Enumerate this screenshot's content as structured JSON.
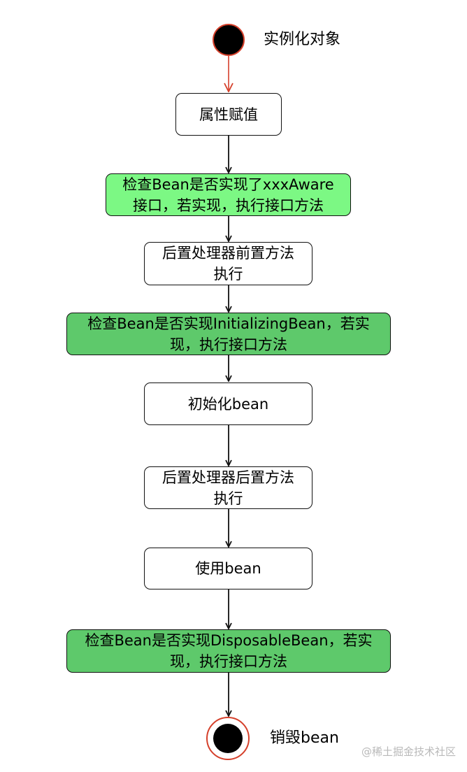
{
  "colors": {
    "start_fill": "#000000",
    "start_outline": "#d5402b",
    "start_arrow": "#d5402b",
    "box_fill": "#ffffff",
    "light_green_fill": "#7cf884",
    "green_fill": "#5ec96b",
    "edge": "#111111",
    "watermark": "#b9b9b9"
  },
  "diagram": {
    "start_label": "实例化对象",
    "end_label": "销毁bean",
    "nodes": [
      {
        "text": "属性赋值"
      },
      {
        "text": "检查Bean是否实现了xxxAware\n接口，若实现，执行接口方法"
      },
      {
        "text": "后置处理器前置方法\n执行"
      },
      {
        "text": "检查Bean是否实现InitializingBean，若实\n现，执行接口方法"
      },
      {
        "text": "初始化bean"
      },
      {
        "text": "后置处理器后置方法\n执行"
      },
      {
        "text": "使用bean"
      },
      {
        "text": "检查Bean是否实现DisposableBean，若实\n现，执行接口方法"
      }
    ]
  },
  "watermark": "@稀土掘金技术社区"
}
